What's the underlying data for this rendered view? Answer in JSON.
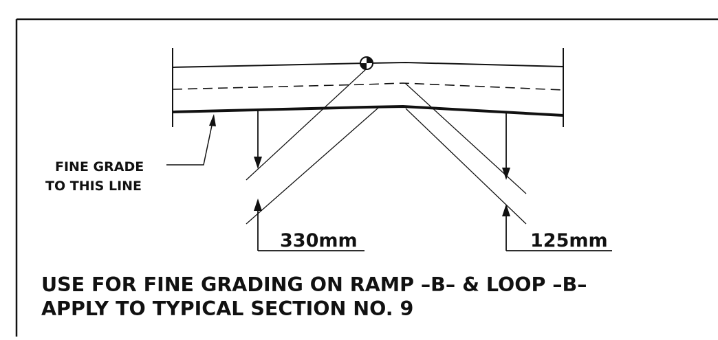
{
  "drawing": {
    "callout": {
      "line1": "FINE GRADE",
      "line2": "TO  THIS LINE"
    },
    "dimensions": {
      "left": "330mm",
      "right": "125mm"
    },
    "notes": {
      "line1": "USE FOR FINE GRADING  ON  RAMP –B– & LOOP –B–",
      "line2": "APPLY TO  TYPICAL SECTION  NO. 9"
    }
  },
  "colors": {
    "ink": "#111111",
    "paper": "#ffffff"
  }
}
